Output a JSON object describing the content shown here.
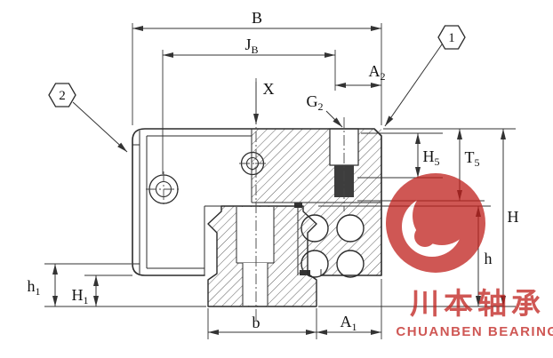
{
  "title": "linear-guide-carriage-cross-section-dimension-drawing",
  "colors": {
    "line": "#2b2b2b",
    "dimension": "#333333",
    "watermark_red": "#c0201c",
    "background": "#ffffff"
  },
  "callouts": {
    "one": "1",
    "two": "2"
  },
  "dim_labels": {
    "B": {
      "main": "B",
      "sub": ""
    },
    "JB": {
      "main": "J",
      "sub": "B"
    },
    "A2": {
      "main": "A",
      "sub": "2"
    },
    "X": {
      "main": "X",
      "sub": ""
    },
    "G2": {
      "main": "G",
      "sub": "2"
    },
    "H5": {
      "main": "H",
      "sub": "5"
    },
    "T5": {
      "main": "T",
      "sub": "5"
    },
    "H": {
      "main": "H",
      "sub": ""
    },
    "h": {
      "main": "h",
      "sub": ""
    },
    "h1": {
      "main": "h",
      "sub": "1"
    },
    "H1": {
      "main": "H",
      "sub": "1"
    },
    "b": {
      "main": "b",
      "sub": ""
    },
    "A1": {
      "main": "A",
      "sub": "1"
    }
  },
  "watermark": {
    "brand_cn": "川本轴承",
    "brand_en": "CHUANBEN BEARING"
  }
}
